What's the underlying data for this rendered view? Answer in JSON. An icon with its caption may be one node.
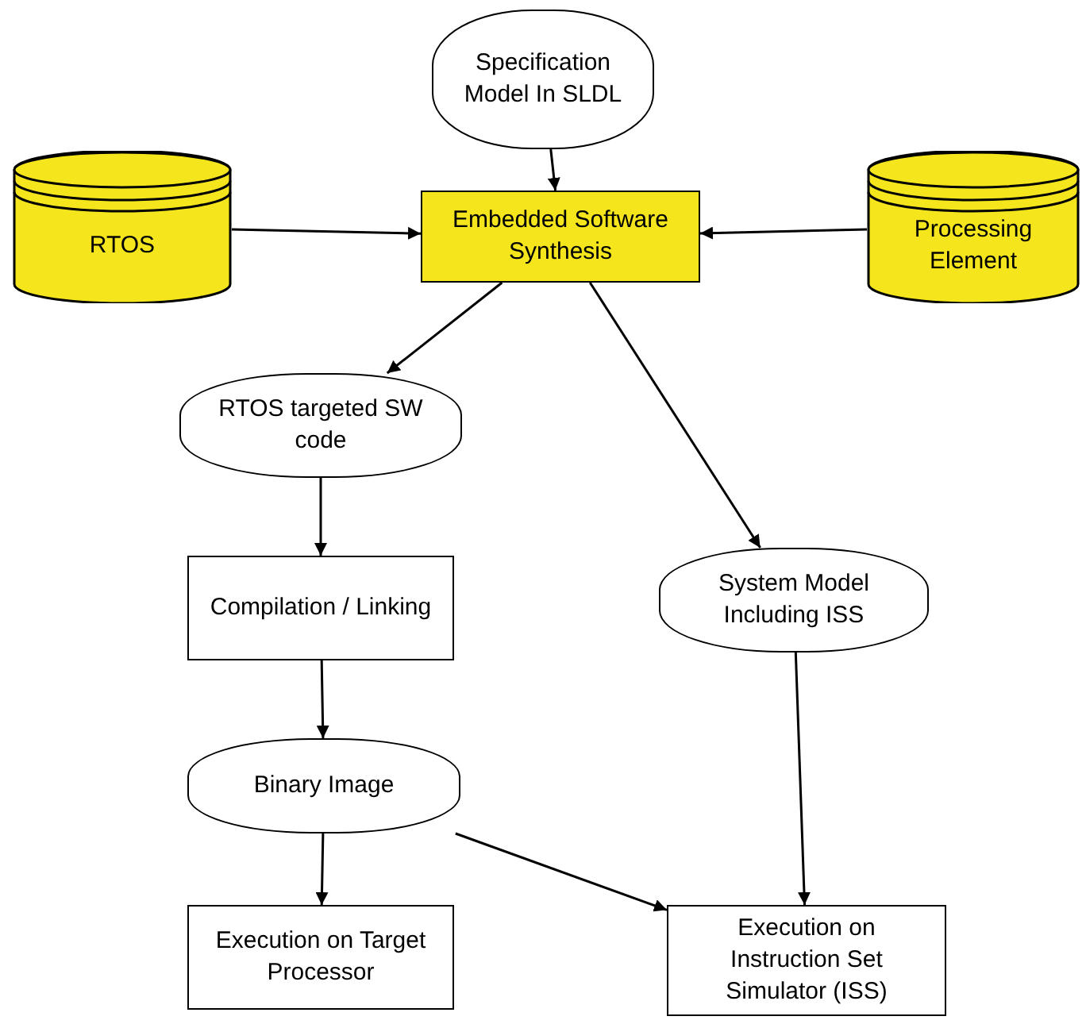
{
  "diagram": {
    "nodes": [
      {
        "text": [
          "Specification Model In SLDL"
        ]
      },
      {
        "text": [
          "RTOS"
        ]
      },
      {
        "text": [
          "Embedded Software Synthesis"
        ]
      },
      {
        "text": [
          "Processing Element"
        ]
      },
      {
        "text": [
          "RTOS targeted SW code"
        ]
      },
      {
        "text": [
          "Compilation / Linking"
        ]
      },
      {
        "text": [
          "System Model Including ISS"
        ]
      },
      {
        "text": [
          "Binary Image"
        ]
      },
      {
        "text": [
          "Execution on Target Processor"
        ]
      },
      {
        "text": [
          "Execution on Instruction Set Simulator (ISS)"
        ]
      }
    ],
    "edges": [
      {
        "from": 0,
        "to": 2,
        "arrow": "to"
      },
      {
        "from": 1,
        "to": 2,
        "arrow": "to"
      },
      {
        "from": 3,
        "to": 2,
        "arrow": "to"
      },
      {
        "from": 2,
        "to": 4,
        "arrow": "to"
      },
      {
        "from": 2,
        "to": 6,
        "arrow": "to"
      },
      {
        "from": 4,
        "to": 5,
        "arrow": "to"
      },
      {
        "from": 5,
        "to": 7,
        "arrow": "to"
      },
      {
        "from": 7,
        "to": 8,
        "arrow": "to"
      },
      {
        "from": 7,
        "to": 9,
        "arrow": "to"
      },
      {
        "from": 6,
        "to": 9,
        "arrow": "to"
      }
    ]
  }
}
